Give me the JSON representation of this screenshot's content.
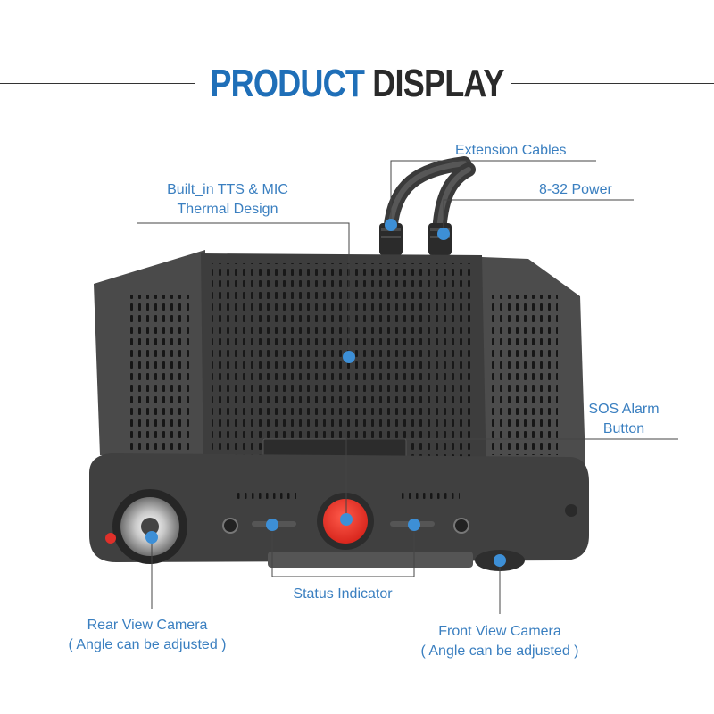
{
  "title": {
    "part1": "PRODUCT",
    "part2": "DISPLAY"
  },
  "colors": {
    "accent": "#1f6fb8",
    "label": "#3a7fc0",
    "callout": "#3d8fd6",
    "sos": "#e8372f"
  },
  "labels": {
    "extension_cables": "Extension Cables",
    "power": "8-32 Power",
    "tts_line1": "Built_in TTS & MIC",
    "tts_line2": "Thermal Design",
    "sos_line1": "SOS Alarm",
    "sos_line2": "Button",
    "status": "Status Indicator",
    "rear_line1": "Rear View Camera",
    "rear_line2": "( Angle can be adjusted )",
    "front_line1": "Front View Camera",
    "front_line2": "( Angle can be adjusted )"
  }
}
